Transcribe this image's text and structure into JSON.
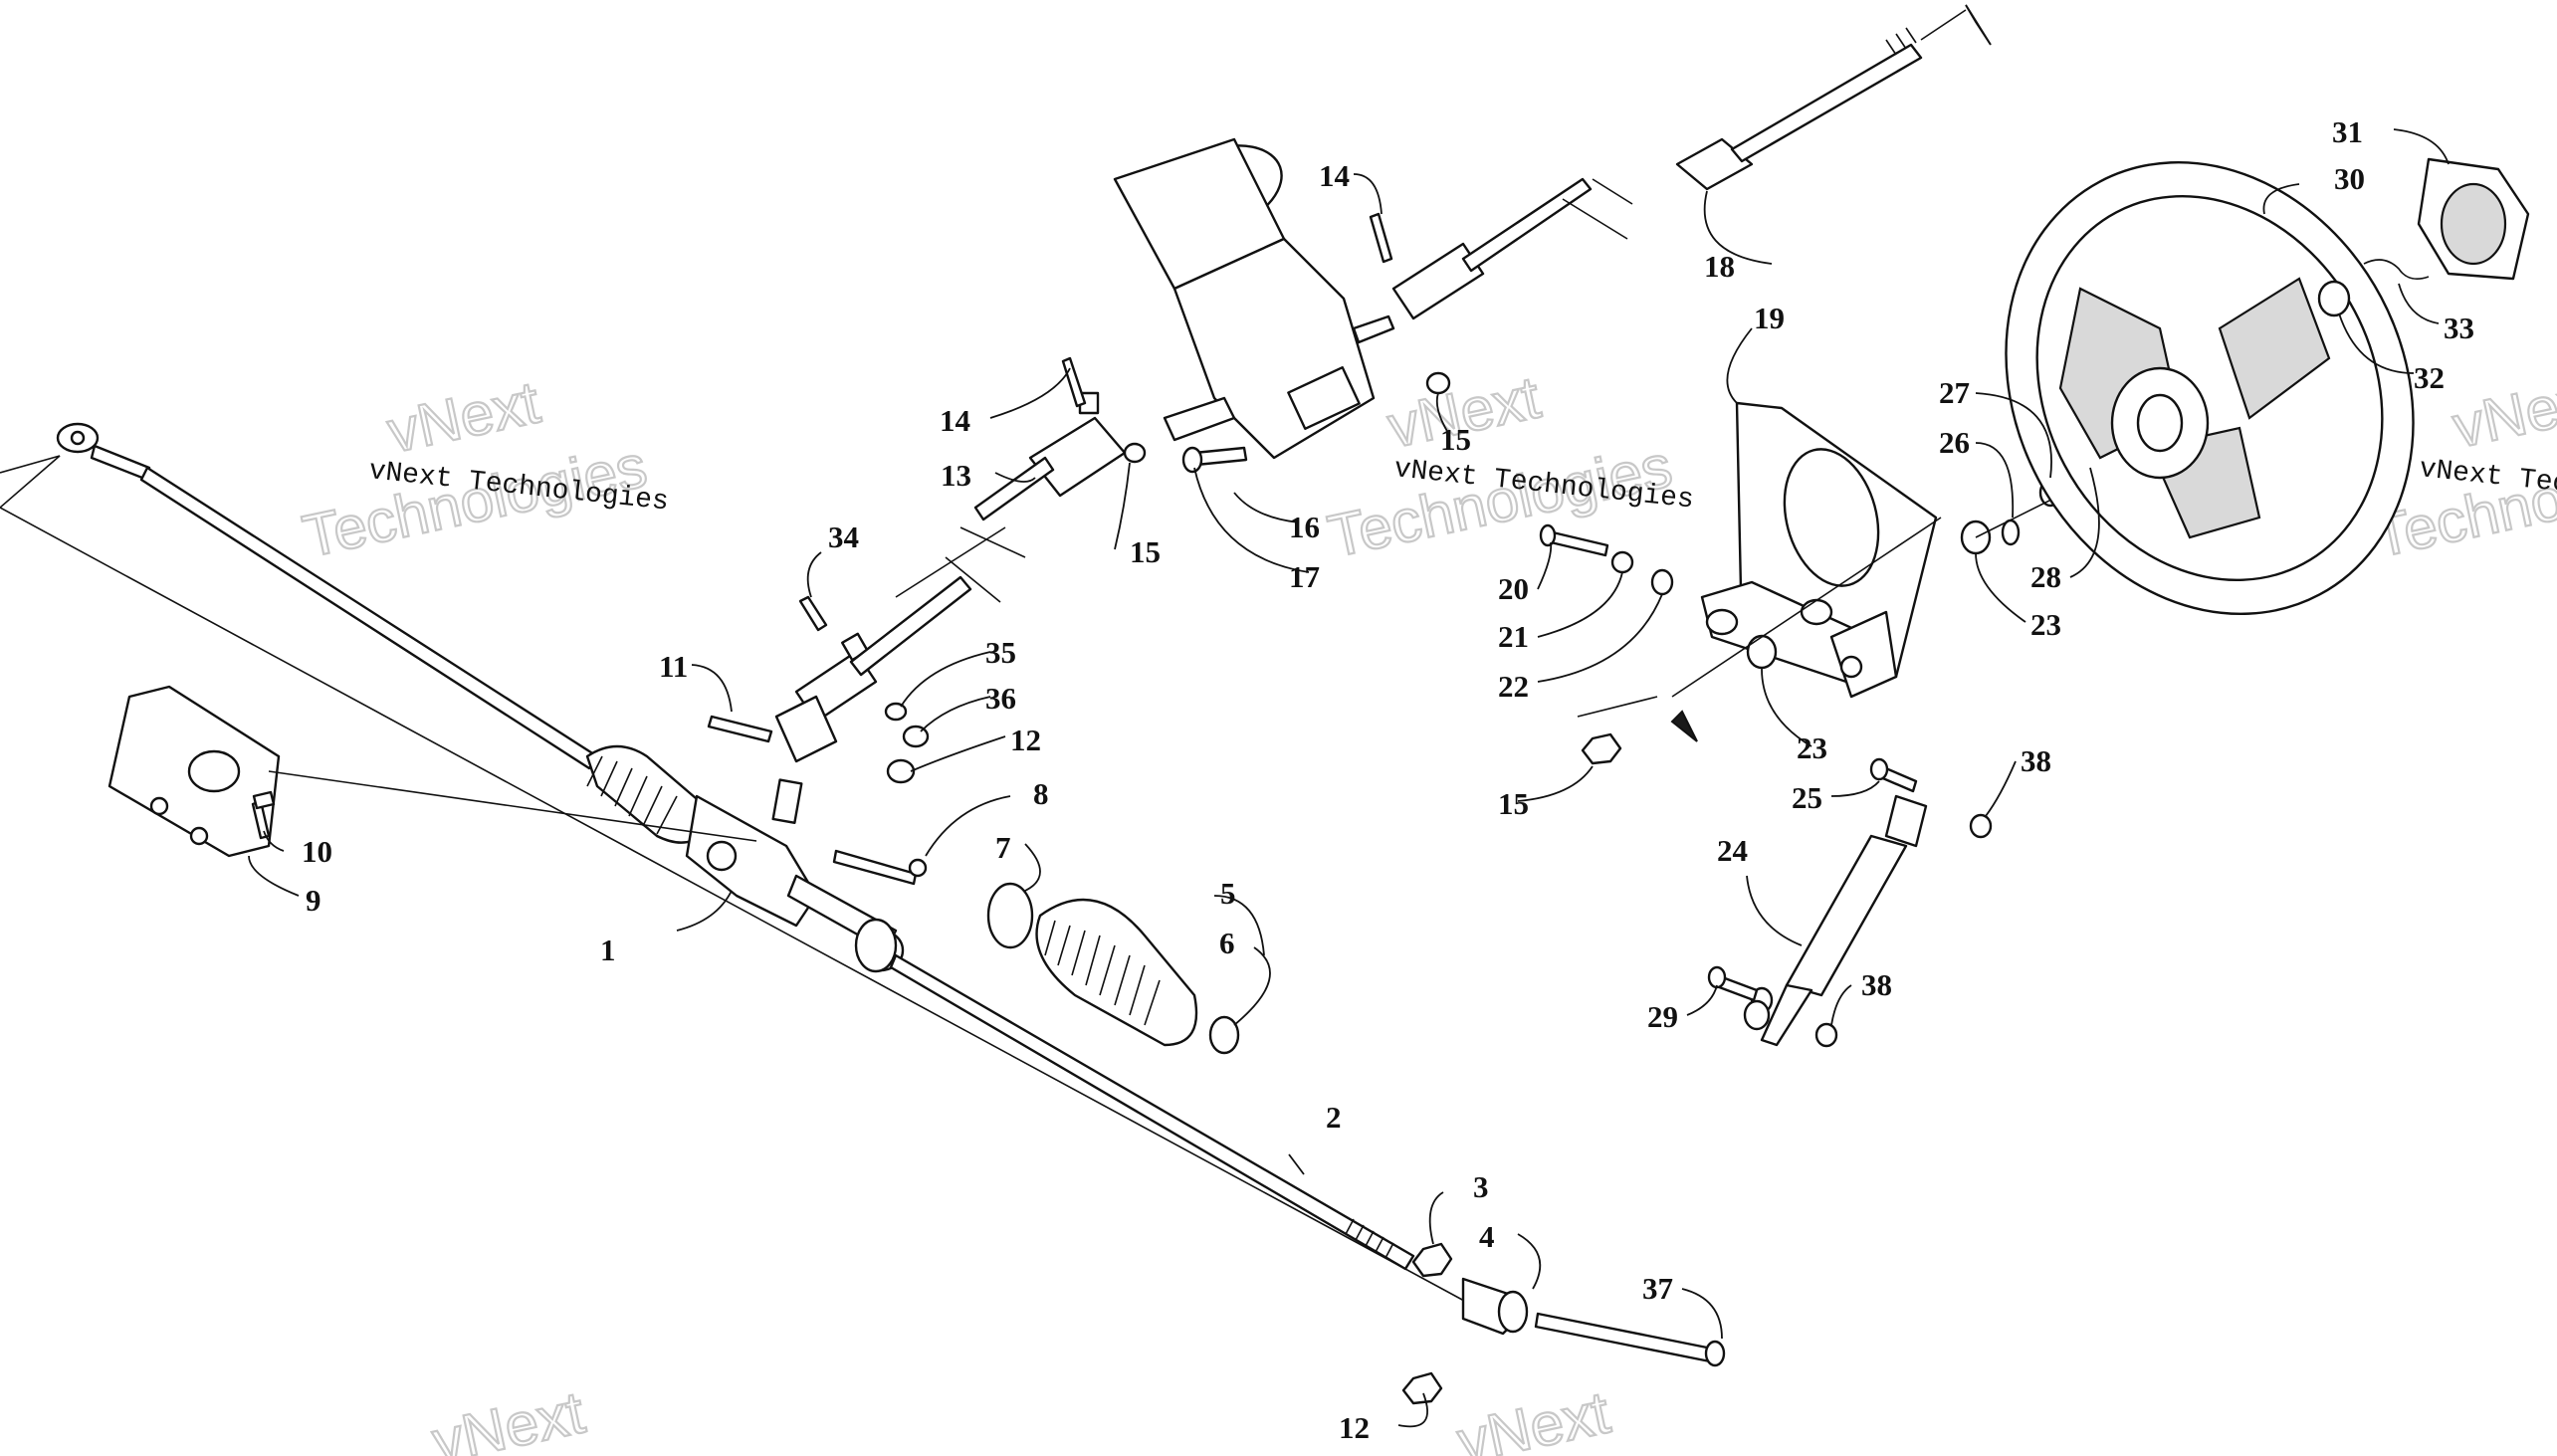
{
  "watermark": {
    "line": "vNext Technologies",
    "word_top": "vNext",
    "word_bottom": "Technologies"
  },
  "callouts": {
    "c1": "1",
    "c2": "2",
    "c3": "3",
    "c4": "4",
    "c5": "5",
    "c6": "6",
    "c7": "7",
    "c8": "8",
    "c9": "9",
    "c10": "10",
    "c11": "11",
    "c12a": "12",
    "c12b": "12",
    "c13": "13",
    "c14a": "14",
    "c14b": "14",
    "c15a": "15",
    "c15b": "15",
    "c15c": "15",
    "c16": "16",
    "c17": "17",
    "c18": "18",
    "c19": "19",
    "c20": "20",
    "c21": "21",
    "c22": "22",
    "c23a": "23",
    "c23b": "23",
    "c24": "24",
    "c25": "25",
    "c26": "26",
    "c27": "27",
    "c28": "28",
    "c29": "29",
    "c30": "30",
    "c31": "31",
    "c32": "32",
    "c33": "33",
    "c34": "34",
    "c35": "35",
    "c36": "36",
    "c37": "37",
    "c38a": "38",
    "c38b": "38"
  }
}
